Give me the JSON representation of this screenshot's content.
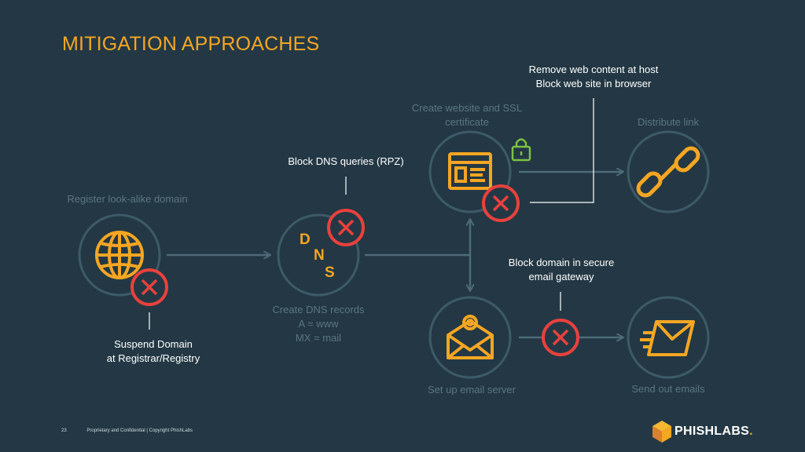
{
  "title": "MITIGATION APPROACHES",
  "steps": {
    "register": "Register look-alike domain",
    "dns_records": [
      "Create DNS records",
      "A = www",
      "MX = mail"
    ],
    "website": [
      "Create website and SSL",
      "certificate"
    ],
    "distribute": "Distribute link",
    "email_server": "Set up email server",
    "send_emails": "Send out emails"
  },
  "mitigations": {
    "suspend": [
      "Suspend Domain",
      "at Registrar/Registry"
    ],
    "block_dns": "Block DNS queries (RPZ)",
    "remove_web": [
      "Remove web content at host",
      "Block web site in browser"
    ],
    "block_email": [
      "Block domain in secure",
      "email gateway"
    ]
  },
  "dns_icon_letters": [
    "D",
    "N",
    "S"
  ],
  "footer": {
    "page": "23",
    "text": "Proprietary and Confidential | Copyright PhishLabs"
  },
  "logo": {
    "text": "PHISHLABS",
    "suffix": "."
  },
  "colors": {
    "background": "#233844",
    "accent": "#f5a623",
    "circle": "#3d5a68",
    "block": "#e8413d",
    "lock": "#7cc142"
  },
  "icons": [
    "globe-icon",
    "dns-icon",
    "webpage-icon",
    "link-icon",
    "email-at-icon",
    "send-mail-icon",
    "lock-icon",
    "block-x-icon"
  ]
}
